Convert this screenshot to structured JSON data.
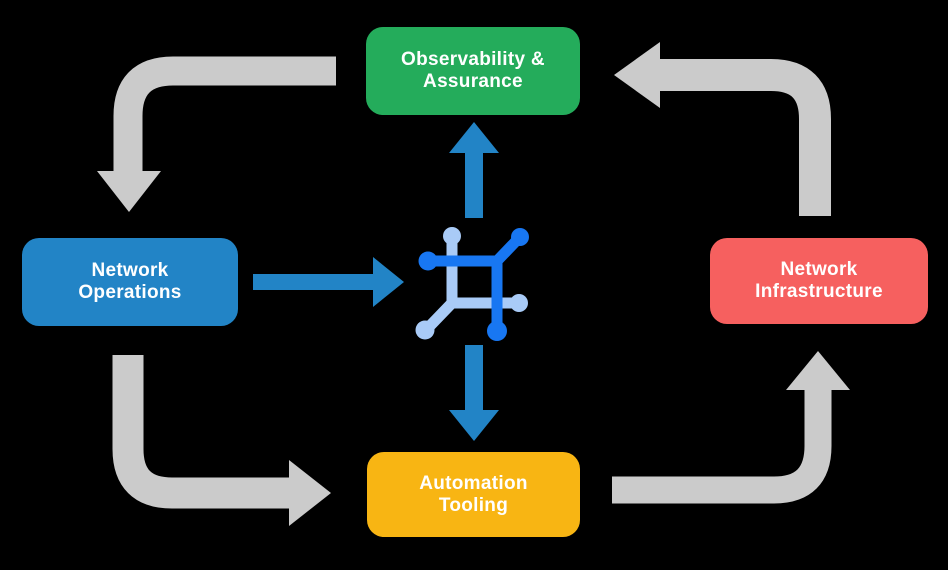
{
  "diagram": {
    "background_color": "#000000",
    "colors": {
      "text": "#FFFFFF",
      "arrow_gray": "#CBCBCB",
      "arrow_blue": "#2284C6",
      "icon_dark_blue": "#1877F2",
      "icon_light_blue": "#A9CBF7"
    },
    "nodes": [
      {
        "id": "observability",
        "lines": [
          "Observability &",
          "Assurance"
        ],
        "color": "#24AC5B"
      },
      {
        "id": "operations",
        "lines": [
          "Network",
          "Operations"
        ],
        "color": "#2284C6"
      },
      {
        "id": "infrastructure",
        "lines": [
          "Network",
          "Infrastructure"
        ],
        "color": "#F6605F"
      },
      {
        "id": "automation",
        "lines": [
          "Automation",
          "Tooling"
        ],
        "color": "#F8B513"
      }
    ],
    "arrows": [
      {
        "from": "observability",
        "to": "operations",
        "style": "gray-elbow"
      },
      {
        "from": "operations",
        "to": "automation",
        "style": "gray-elbow"
      },
      {
        "from": "automation",
        "to": "infrastructure",
        "style": "gray-elbow"
      },
      {
        "from": "infrastructure",
        "to": "observability",
        "style": "gray-elbow"
      },
      {
        "from": "operations",
        "to": "core-icon",
        "style": "blue-straight"
      },
      {
        "from": "core-icon",
        "to": "observability",
        "style": "blue-straight"
      },
      {
        "from": "core-icon",
        "to": "automation",
        "style": "blue-straight"
      }
    ],
    "center_icon": {
      "name": "network-mesh-icon"
    }
  }
}
